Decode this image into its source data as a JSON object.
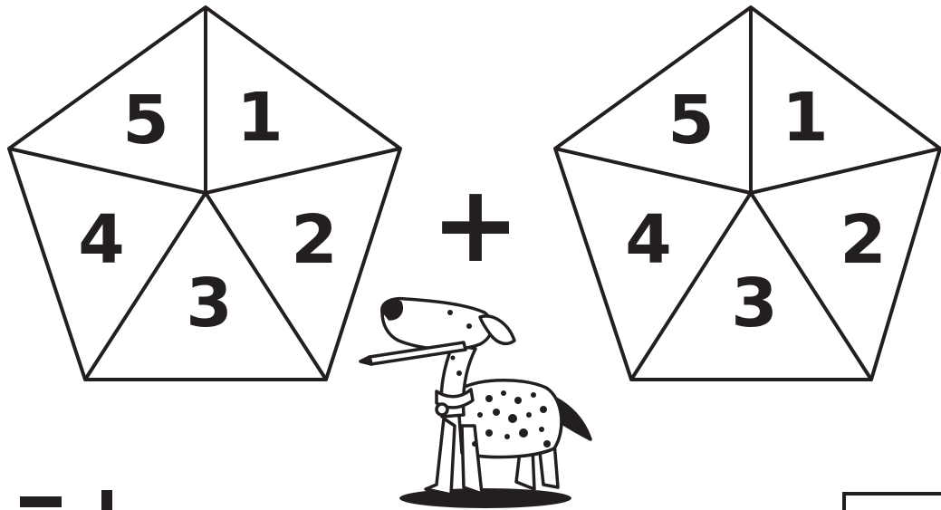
{
  "spinner_left": {
    "sections": [
      "5",
      "1",
      "2",
      "3",
      "4"
    ]
  },
  "operator": "+",
  "spinner_right": {
    "sections": [
      "5",
      "1",
      "2",
      "3",
      "4"
    ]
  },
  "colors": {
    "ink": "#231f20",
    "paper": "#ffffff"
  },
  "illustration": {
    "icon": "dalmatian-dog-with-pencil-icon"
  },
  "footer": {
    "partial_heading": "",
    "answer_box": ""
  }
}
